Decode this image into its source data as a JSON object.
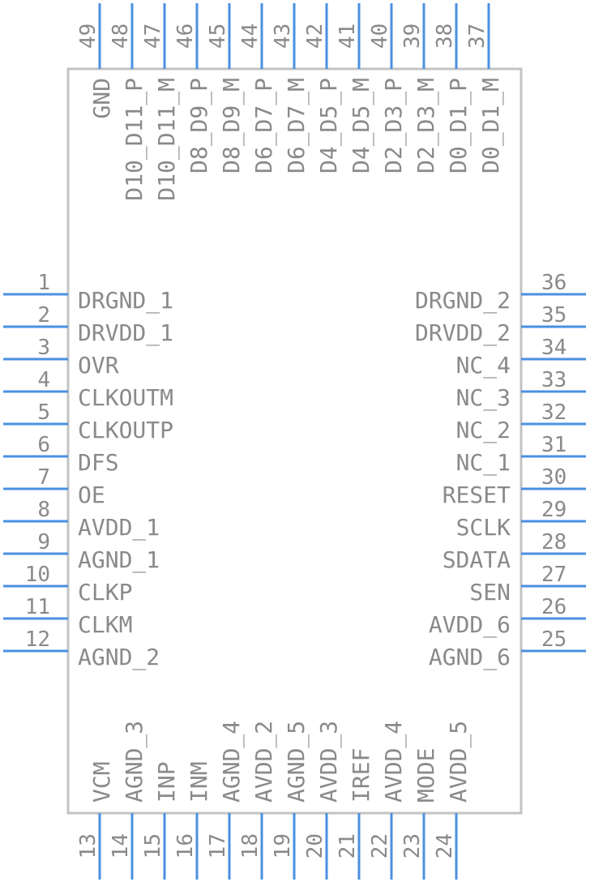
{
  "colors": {
    "pin_line": "#4a90e2",
    "body_stroke": "#c3c3c3",
    "text": "#8a8a8a"
  },
  "pins": {
    "left": [
      {
        "number": "1",
        "name": "DRGND_1"
      },
      {
        "number": "2",
        "name": "DRVDD_1"
      },
      {
        "number": "3",
        "name": "OVR"
      },
      {
        "number": "4",
        "name": "CLKOUTM"
      },
      {
        "number": "5",
        "name": "CLKOUTP"
      },
      {
        "number": "6",
        "name": "DFS"
      },
      {
        "number": "7",
        "name": "OE"
      },
      {
        "number": "8",
        "name": "AVDD_1"
      },
      {
        "number": "9",
        "name": "AGND_1"
      },
      {
        "number": "10",
        "name": "CLKP"
      },
      {
        "number": "11",
        "name": "CLKM"
      },
      {
        "number": "12",
        "name": "AGND_2"
      }
    ],
    "right": [
      {
        "number": "36",
        "name": "DRGND_2"
      },
      {
        "number": "35",
        "name": "DRVDD_2"
      },
      {
        "number": "34",
        "name": "NC_4"
      },
      {
        "number": "33",
        "name": "NC_3"
      },
      {
        "number": "32",
        "name": "NC_2"
      },
      {
        "number": "31",
        "name": "NC_1"
      },
      {
        "number": "30",
        "name": "RESET"
      },
      {
        "number": "29",
        "name": "SCLK"
      },
      {
        "number": "28",
        "name": "SDATA"
      },
      {
        "number": "27",
        "name": "SEN"
      },
      {
        "number": "26",
        "name": "AVDD_6"
      },
      {
        "number": "25",
        "name": "AGND_6"
      }
    ],
    "bottom": [
      {
        "number": "13",
        "name": "VCM"
      },
      {
        "number": "14",
        "name": "AGND_3"
      },
      {
        "number": "15",
        "name": "INP"
      },
      {
        "number": "16",
        "name": "INM"
      },
      {
        "number": "17",
        "name": "AGND_4"
      },
      {
        "number": "18",
        "name": "AVDD_2"
      },
      {
        "number": "19",
        "name": "AGND_5"
      },
      {
        "number": "20",
        "name": "AVDD_3"
      },
      {
        "number": "21",
        "name": "IREF"
      },
      {
        "number": "22",
        "name": "AVDD_4"
      },
      {
        "number": "23",
        "name": "MODE"
      },
      {
        "number": "24",
        "name": "AVDD_5"
      }
    ],
    "top": [
      {
        "number": "49",
        "name": "GND"
      },
      {
        "number": "48",
        "name": "D10_D11_P"
      },
      {
        "number": "47",
        "name": "D10_D11_M"
      },
      {
        "number": "46",
        "name": "D8_D9_P"
      },
      {
        "number": "45",
        "name": "D8_D9_M"
      },
      {
        "number": "44",
        "name": "D6_D7_P"
      },
      {
        "number": "43",
        "name": "D6_D7_M"
      },
      {
        "number": "42",
        "name": "D4_D5_P"
      },
      {
        "number": "41",
        "name": "D4_D5_M"
      },
      {
        "number": "40",
        "name": "D2_D3_P"
      },
      {
        "number": "39",
        "name": "D2_D3_M"
      },
      {
        "number": "38",
        "name": "D0_D1_P"
      },
      {
        "number": "37",
        "name": "D0_D1_M"
      }
    ]
  }
}
